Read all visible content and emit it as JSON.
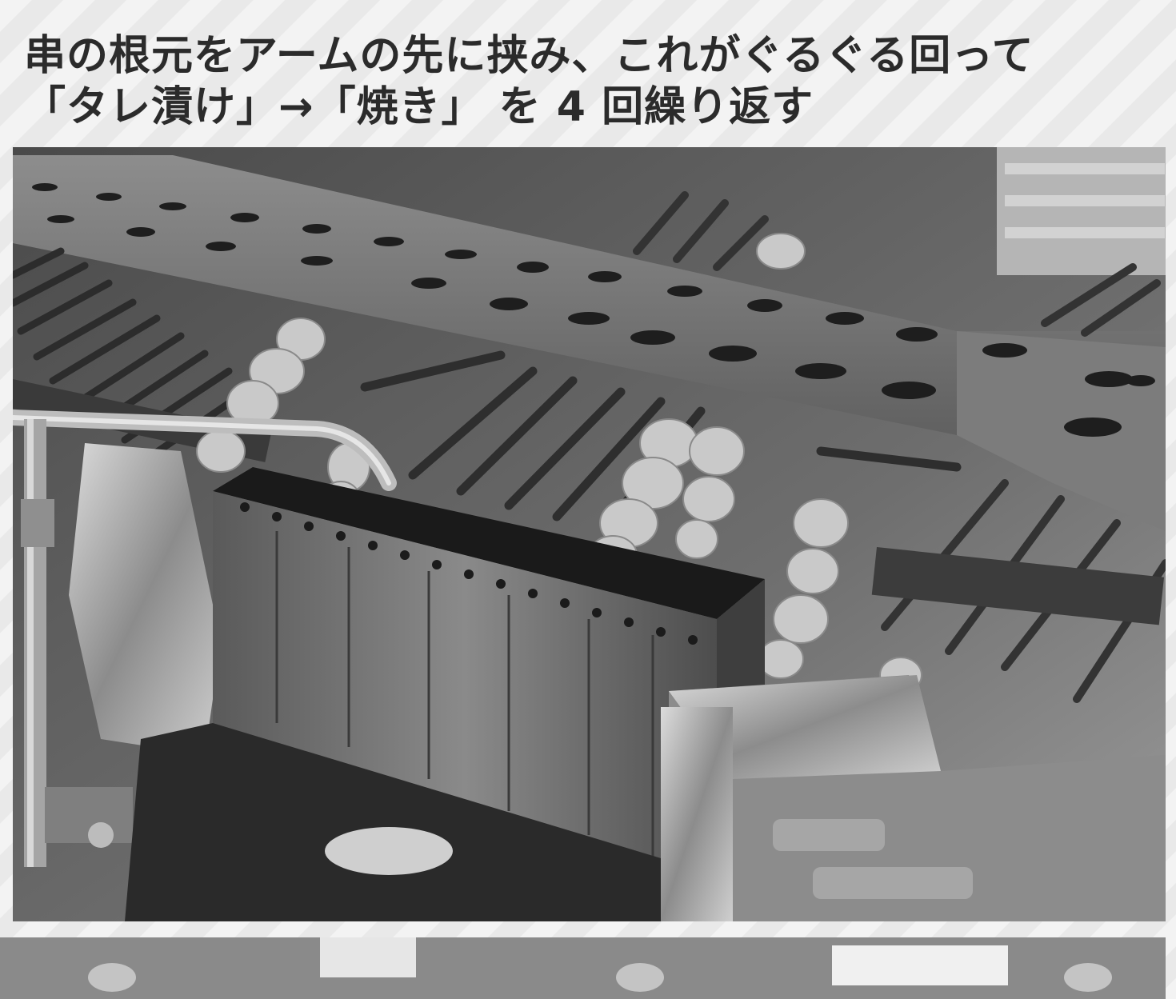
{
  "caption": {
    "line1": "串の根元をアームの先に挟み、これがぐるぐる回って",
    "line2": "「タレ漬け」→「焼き」 を 4 回繰り返す"
  },
  "colors": {
    "page_background": "#f0f0f0",
    "text": "#2b2b2b"
  },
  "photo": {
    "style": "grayscale",
    "subject": "rotating yakitori machine with skewers dipped in sauce tray and grilled"
  }
}
